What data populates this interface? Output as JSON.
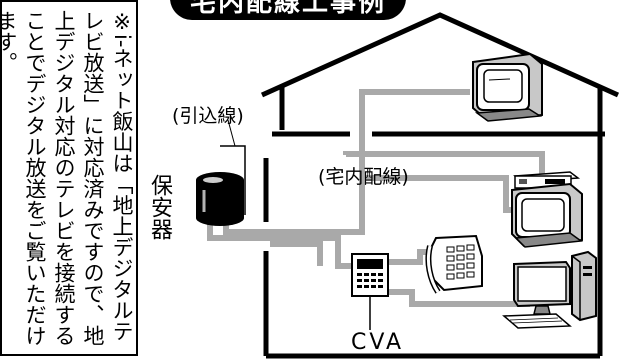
{
  "title": "宅内配線工事例",
  "note": "※i-ネット飯山は「地上デジタルテレビ放送」に対応済みですので、地上デジタル対応のテレビを接続することでデジタル放送をご覧いただけます。",
  "labels": {
    "drop_line": "(引込線)",
    "in_house_wiring": "(宅内配線)",
    "protector": "保安器",
    "cva": "CVA"
  },
  "colors": {
    "cable": "#a9a9a9",
    "ink": "#000000",
    "screen": "#ffffff",
    "device_gray": "#c8c8c8"
  },
  "icons": [
    "house-outline-icon",
    "tv-upstairs-icon",
    "set-top-box-icon",
    "tv-downstairs-icon",
    "telephone-icon",
    "desktop-pc-icon",
    "protector-cylinder-icon",
    "cva-device-icon"
  ]
}
